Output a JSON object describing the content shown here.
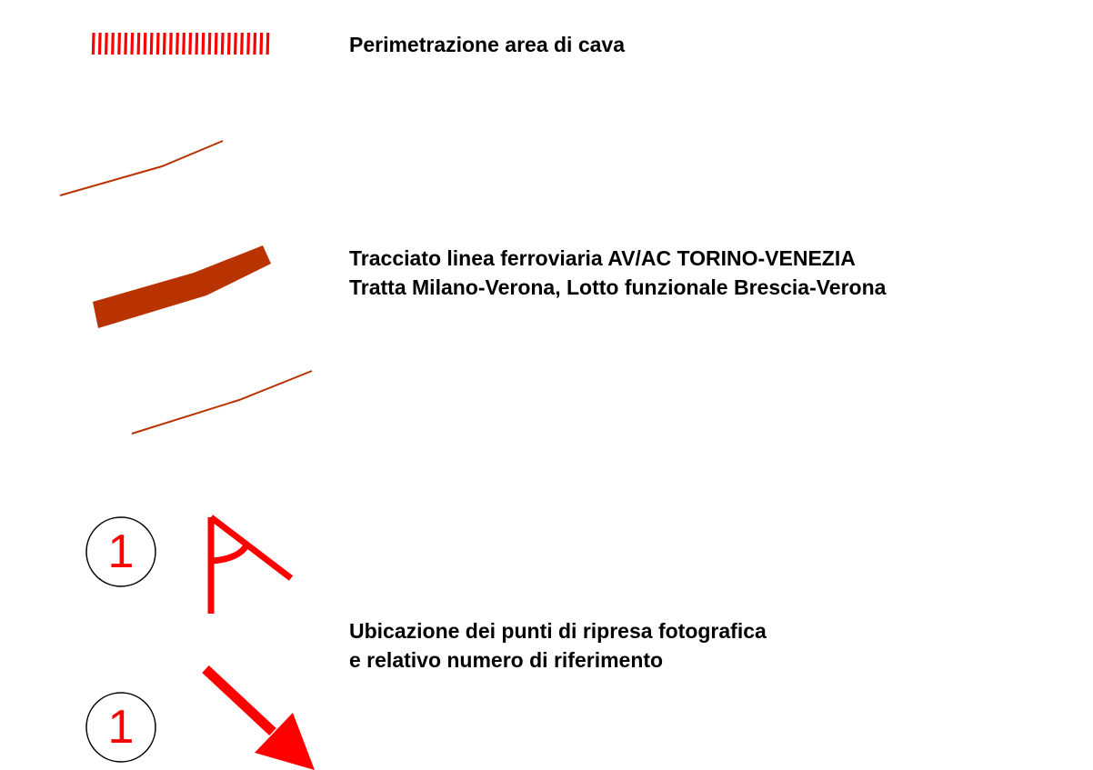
{
  "legend": {
    "perimeter": {
      "label": "Perimetrazione area di cava",
      "color": "#ff0000"
    },
    "railway": {
      "line1": "Tracciato linea ferroviaria AV/AC TORINO-VENEZIA",
      "line2": "Tratta Milano-Verona, Lotto funzionale Brescia-Verona",
      "color": "#b83300"
    },
    "photo_points": {
      "line1": "Ubicazione dei punti di ripresa fotografica",
      "line2": "e relativo numero di riferimento",
      "number_1": "1",
      "number_2": "1",
      "color": "#ff0000"
    }
  }
}
